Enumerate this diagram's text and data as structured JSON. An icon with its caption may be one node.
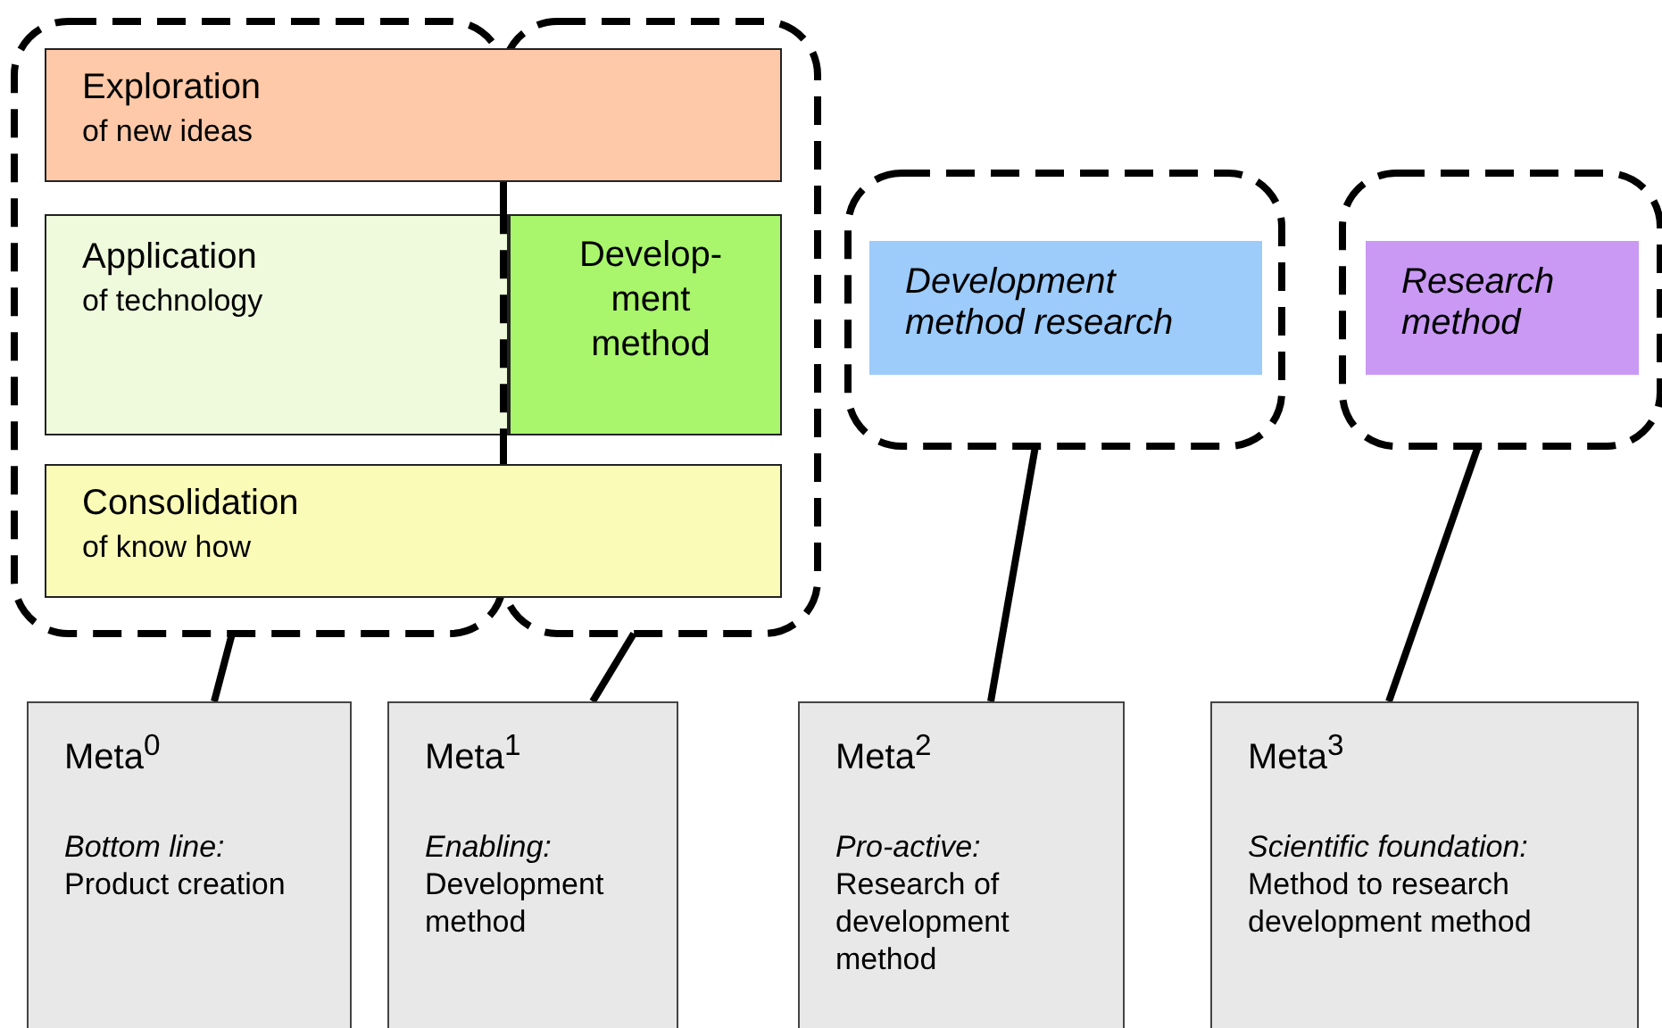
{
  "diagram": {
    "nodes": [
      {
        "text": [],
        "shape": "box"
      },
      {
        "text": [],
        "shape": "box"
      },
      {
        "text": [
          "Exploration",
          "of new ideas"
        ]
      },
      {
        "text": [
          "Application",
          "of technology"
        ],
        "in": 0
      },
      {
        "text": [
          "Develop-ment method"
        ],
        "in": 1
      },
      {
        "text": [
          "Consolidation",
          "of know how"
        ]
      },
      {
        "text": [],
        "shape": "box"
      },
      {
        "text": [
          "Development method research"
        ],
        "in": 6
      },
      {
        "text": [],
        "shape": "box"
      },
      {
        "text": [
          "Research method"
        ],
        "in": 8
      },
      {
        "text": [
          "Meta$^{0}$",
          "Bottom line:",
          "Product creation"
        ]
      },
      {
        "text": [
          "Meta$^{1}$",
          "Enabling:",
          "Development method"
        ]
      },
      {
        "text": [
          "Meta$^{2}$",
          "Pro-active:",
          "Research of development method"
        ]
      },
      {
        "text": [
          "Meta$^{3}$",
          "Scientific foundation:",
          "Method to research development method"
        ]
      }
    ],
    "edges": [
      {
        "from": 0,
        "to": 10,
        "arrow": "none"
      },
      {
        "from": 1,
        "to": 11,
        "arrow": "none"
      },
      {
        "from": 6,
        "to": 12,
        "arrow": "none"
      },
      {
        "from": 8,
        "to": 13,
        "arrow": "none"
      }
    ]
  }
}
